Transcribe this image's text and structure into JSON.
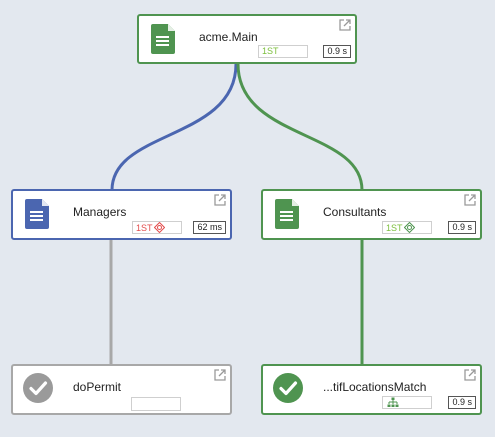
{
  "nodes": {
    "main": {
      "label": "acme.Main",
      "badge": "1ST",
      "time": "0.9 s"
    },
    "managers": {
      "label": "Managers",
      "badge": "1ST",
      "time": "62 ms"
    },
    "consultants": {
      "label": "Consultants",
      "badge": "1ST",
      "time": "0.9 s"
    },
    "dopermit": {
      "label": "doPermit"
    },
    "locations": {
      "label": "...tifLocationsMatch",
      "time": "0.9 s"
    }
  },
  "colors": {
    "green": "#4f9450",
    "blue": "#4b66b0",
    "grey": "#a8a8a8",
    "badge_green": "#7cbf3d",
    "badge_red": "#e24d4d",
    "background": "#e3e8ef"
  }
}
